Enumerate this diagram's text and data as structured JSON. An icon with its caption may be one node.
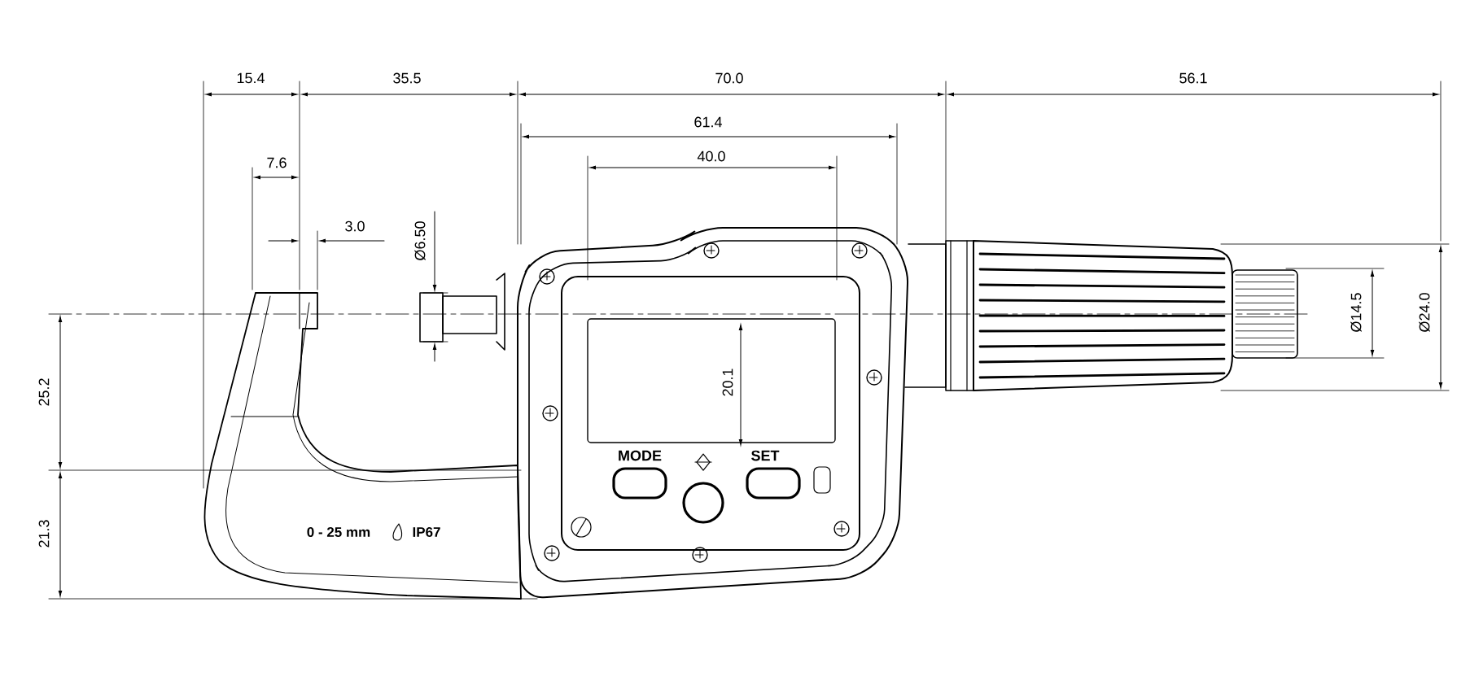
{
  "diagram": {
    "labels": [
      "15.4",
      "35.5",
      "70.0",
      "56.1",
      "61.4",
      "40.0",
      "7.6",
      "3.0",
      "Ø6.50",
      "Ø14.5",
      "Ø24.0",
      "25.2",
      "20.1",
      "MODE",
      "SET",
      "21.3",
      "0 - 25 mm",
      "IP67"
    ]
  }
}
